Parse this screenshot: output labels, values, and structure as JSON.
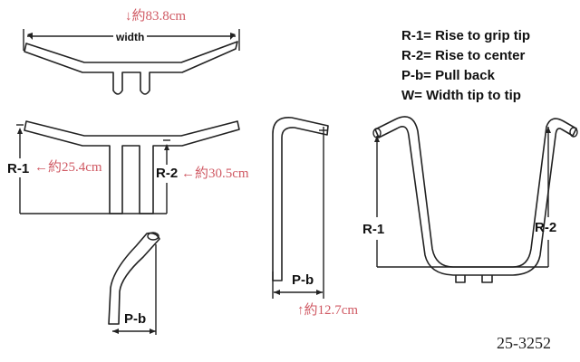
{
  "legend": [
    "R-1= Rise to grip tip",
    "R-2= Rise to center",
    "P-b= Pull back",
    "W= Width tip to tip"
  ],
  "labels": {
    "width": "width",
    "r1": "R-1",
    "r2": "R-2",
    "pb": "P-b"
  },
  "measurements": {
    "width": "↓約83.8cm",
    "r1": "←約25.4cm",
    "r2": "←約30.5cm",
    "pb": "↑約12.7cm"
  },
  "part_number": "25-3252",
  "colors": {
    "annotation": "#d05a64",
    "line": "#222222"
  }
}
